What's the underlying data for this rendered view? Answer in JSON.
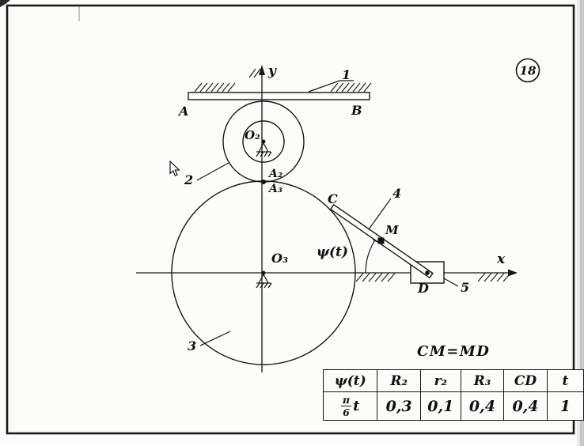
{
  "badge": {
    "number": "18"
  },
  "axes": {
    "x": "x",
    "y": "y"
  },
  "parts": {
    "rack": "1",
    "gear2": "2",
    "gear3": "3",
    "rod": "4",
    "slider": "5"
  },
  "points": {
    "A": "A",
    "B": "B",
    "O2": "O₂",
    "A2": "A₂",
    "A3": "A₃",
    "O3": "O₃",
    "C": "C",
    "M": "M",
    "D": "D"
  },
  "angle_label": "ψ(t)",
  "relation": "CM=MD",
  "table": {
    "headers": [
      "ψ(t)",
      "R₂",
      "r₂",
      "R₃",
      "CD",
      "t"
    ],
    "psi_value": {
      "numerator": "π",
      "denominator": "6",
      "multiplier": "t"
    },
    "values": [
      "0,3",
      "0,1",
      "0,4",
      "0,4",
      "1"
    ]
  }
}
